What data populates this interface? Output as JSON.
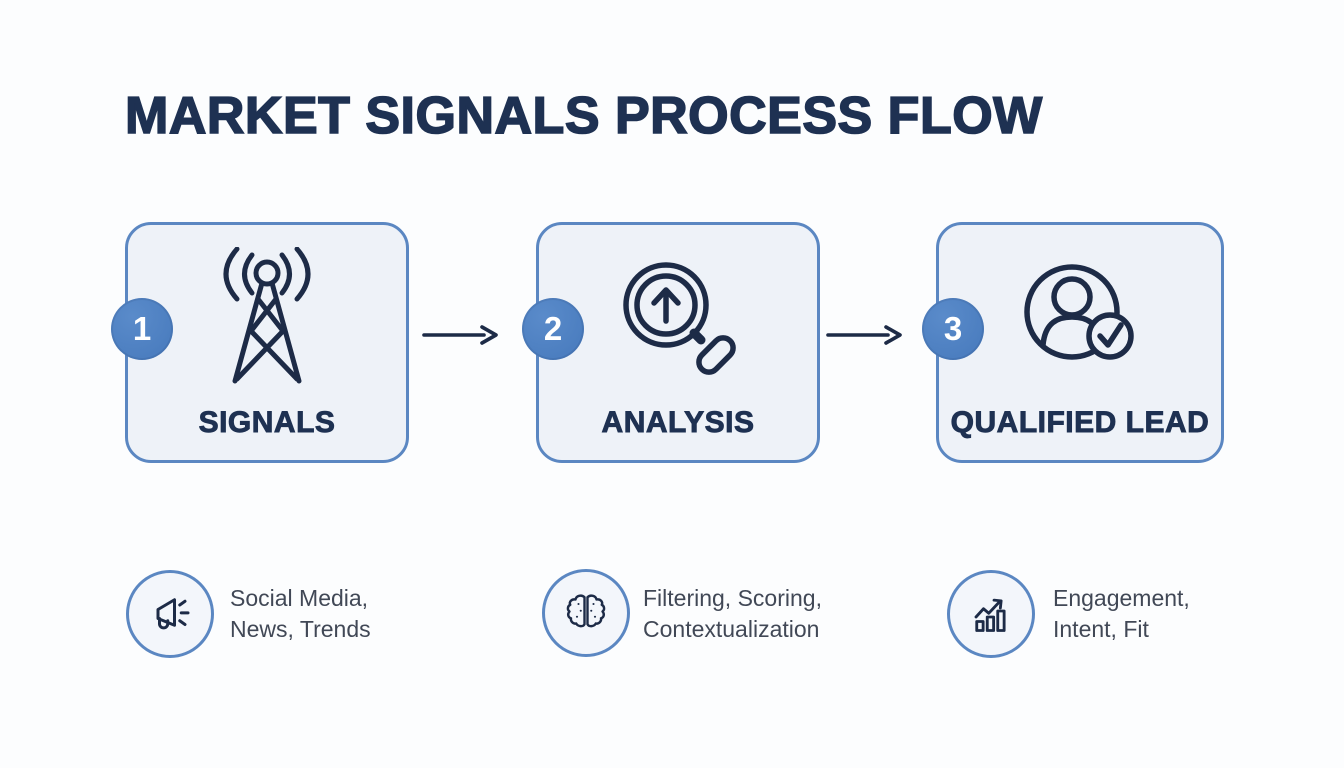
{
  "title": "MARKET SIGNALS PROCESS FLOW",
  "steps": [
    {
      "number": "1",
      "label": "SIGNALS",
      "icon": "radio-tower-icon"
    },
    {
      "number": "2",
      "label": "ANALYSIS",
      "icon": "magnifying-glass-up-arrow-icon"
    },
    {
      "number": "3",
      "label": "QUALIFIED LEAD",
      "icon": "person-check-icon"
    }
  ],
  "connectors": [
    {
      "icon": "arrow-right-icon"
    },
    {
      "icon": "arrow-right-icon"
    }
  ],
  "details": [
    {
      "icon": "megaphone-icon",
      "lines": [
        "Social Media,",
        "News, Trends"
      ]
    },
    {
      "icon": "brain-icon",
      "lines": [
        "Filtering, Scoring,",
        "Contextualization"
      ]
    },
    {
      "icon": "bar-chart-rising-icon",
      "lines": [
        "Engagement,",
        "Intent, Fit"
      ]
    }
  ],
  "colors": {
    "accent_blue": "#4d80c2",
    "card_border": "#5b87c2",
    "card_bg": "#eef2f8",
    "navy": "#1e3152",
    "icon_navy": "#1d2b47",
    "text_gray": "#414856",
    "page_bg": "#fcfdfe"
  }
}
